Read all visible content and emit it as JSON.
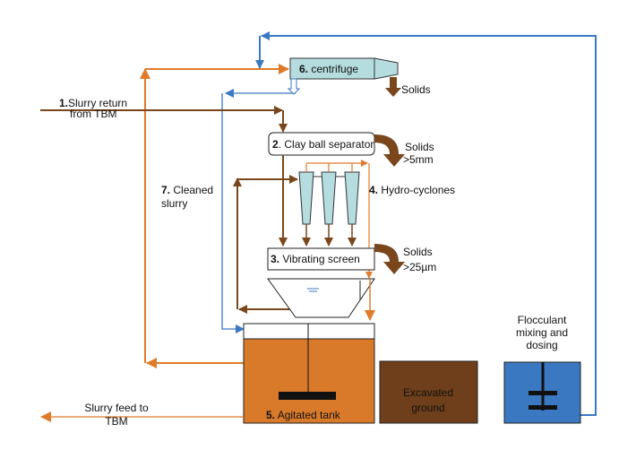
{
  "colors": {
    "orange": "#E07B2A",
    "brown": "#7A461C",
    "blue": "#3B78C2",
    "cyclone": "#B5DDE0",
    "tank": "#D97A2A",
    "ground": "#6E3F1A",
    "flocculant": "#3B78C2"
  },
  "labels": {
    "centrifuge_num": "6.",
    "centrifuge": "centrifuge",
    "centrifuge_solids": "Solids",
    "slurry_return_num": "1.",
    "slurry_return_1": "Slurry return",
    "slurry_return_2": "from TBM",
    "clay_num": "2",
    "clay": ". Clay ball separator",
    "clay_solids_1": "Solids",
    "clay_solids_2": ">5mm",
    "cleaned_num": "7.",
    "cleaned_1": "Cleaned",
    "cleaned_2": "slurry",
    "hydro_num": "4.",
    "hydro": "Hydro-cyclones",
    "screen_num": "3.",
    "screen": "Vibrating screen",
    "screen_solids_1": "Solids",
    "screen_solids_2": ">25µm",
    "tank_num": "5.",
    "tank": "Agitated tank",
    "ground_1": "Excavated",
    "ground_2": "ground",
    "floc_1": "Flocculant",
    "floc_2": "mixing and",
    "floc_3": "dosing",
    "feed_1": "Slurry feed to",
    "feed_2": "TBM"
  }
}
